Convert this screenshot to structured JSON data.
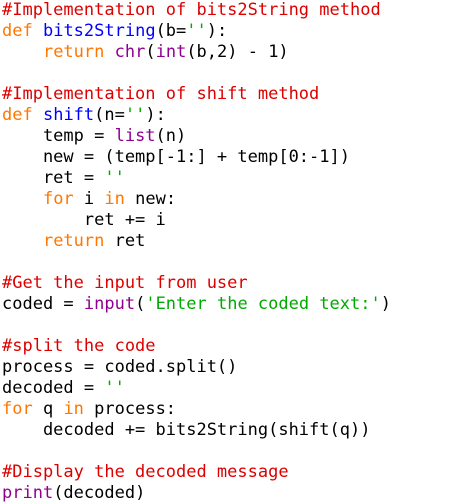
{
  "colors": {
    "keyword": "#ff7700",
    "comment": "#dd0000",
    "string": "#00aa00",
    "builtin": "#900090",
    "definition": "#0000ff",
    "text": "#000000",
    "background": "#ffffff"
  },
  "lines": [
    [
      [
        "cm",
        "#Implementation of bits2String method"
      ]
    ],
    [
      [
        "kw",
        "def"
      ],
      [
        "tx",
        " "
      ],
      [
        "df",
        "bits2String"
      ],
      [
        "tx",
        "(b="
      ],
      [
        "st",
        "''"
      ],
      [
        "tx",
        "):"
      ]
    ],
    [
      [
        "tx",
        "    "
      ],
      [
        "kw",
        "return"
      ],
      [
        "tx",
        " "
      ],
      [
        "bi",
        "chr"
      ],
      [
        "tx",
        "("
      ],
      [
        "bi",
        "int"
      ],
      [
        "tx",
        "(b,2) - 1)"
      ]
    ],
    [
      [
        "tx",
        ""
      ]
    ],
    [
      [
        "cm",
        "#Implementation of shift method"
      ]
    ],
    [
      [
        "kw",
        "def"
      ],
      [
        "tx",
        " "
      ],
      [
        "df",
        "shift"
      ],
      [
        "tx",
        "(n="
      ],
      [
        "st",
        "''"
      ],
      [
        "tx",
        "):"
      ]
    ],
    [
      [
        "tx",
        "    temp = "
      ],
      [
        "bi",
        "list"
      ],
      [
        "tx",
        "(n)"
      ]
    ],
    [
      [
        "tx",
        "    new = (temp[-1:] + temp[0:-1])"
      ]
    ],
    [
      [
        "tx",
        "    ret = "
      ],
      [
        "st",
        "''"
      ]
    ],
    [
      [
        "tx",
        "    "
      ],
      [
        "kw",
        "for"
      ],
      [
        "tx",
        " i "
      ],
      [
        "kw",
        "in"
      ],
      [
        "tx",
        " new:"
      ]
    ],
    [
      [
        "tx",
        "        ret += i"
      ]
    ],
    [
      [
        "tx",
        "    "
      ],
      [
        "kw",
        "return"
      ],
      [
        "tx",
        " ret"
      ]
    ],
    [
      [
        "tx",
        ""
      ]
    ],
    [
      [
        "cm",
        "#Get the input from user"
      ]
    ],
    [
      [
        "tx",
        "coded = "
      ],
      [
        "bi",
        "input"
      ],
      [
        "tx",
        "("
      ],
      [
        "st",
        "'Enter the coded text:'"
      ],
      [
        "tx",
        ")"
      ]
    ],
    [
      [
        "tx",
        ""
      ]
    ],
    [
      [
        "cm",
        "#split the code"
      ]
    ],
    [
      [
        "tx",
        "process = coded.split()"
      ]
    ],
    [
      [
        "tx",
        "decoded = "
      ],
      [
        "st",
        "''"
      ]
    ],
    [
      [
        "kw",
        "for"
      ],
      [
        "tx",
        " q "
      ],
      [
        "kw",
        "in"
      ],
      [
        "tx",
        " process:"
      ]
    ],
    [
      [
        "tx",
        "    decoded += bits2String(shift(q))"
      ]
    ],
    [
      [
        "tx",
        ""
      ]
    ],
    [
      [
        "cm",
        "#Display the decoded message"
      ]
    ],
    [
      [
        "bi",
        "print"
      ],
      [
        "tx",
        "(decoded)"
      ]
    ]
  ]
}
